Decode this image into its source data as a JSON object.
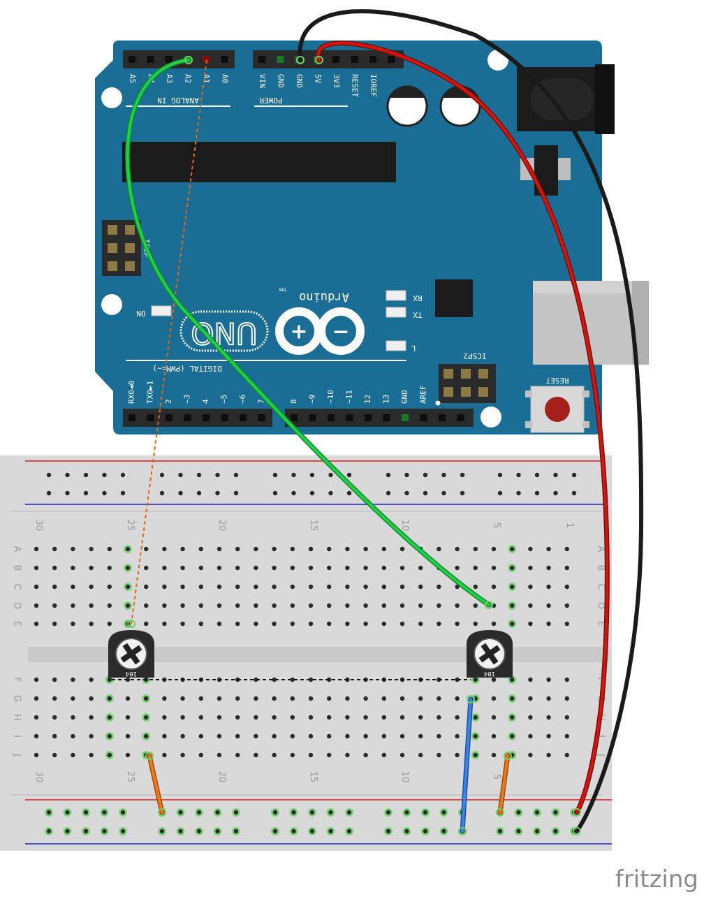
{
  "watermark": "fritzing",
  "arduino": {
    "brand": "Arduino",
    "tm": "TM",
    "model": "UNO",
    "on_label": "ON",
    "l_label": "L",
    "tx_label": "TX",
    "rx_label": "RX",
    "icsp_label": "ICSP",
    "icsp2_label": "ICSP2",
    "reset_label": "RESET",
    "analog_label": "ANALOG IN",
    "power_label": "POWER",
    "digital_label": "DIGITAL (PWM=~)",
    "analog_pins": [
      "A5",
      "A4",
      "A3",
      "A2",
      "A1",
      "A0"
    ],
    "power_pins": [
      "VIN",
      "GND",
      "GND",
      "5V",
      "3V3",
      "RESET",
      "IOREF"
    ],
    "digital_low": [
      "RX0◄0",
      "TX0►1",
      "2",
      "~3",
      "4",
      "~5",
      "~6",
      "7"
    ],
    "digital_high": [
      "8",
      "~9",
      "~10",
      "~11",
      "12",
      "13",
      "GND",
      "AREF"
    ]
  },
  "breadboard": {
    "column_labels_top": [
      "30",
      "25",
      "20",
      "15",
      "10",
      "5",
      "1"
    ],
    "column_labels_bottom": [
      "30",
      "25",
      "20",
      "15",
      "10",
      "5"
    ],
    "row_labels_top": [
      "A",
      "B",
      "C",
      "D",
      "E"
    ],
    "row_labels_bottom": [
      "F",
      "G",
      "H",
      "I",
      "J"
    ]
  },
  "potentiometers": [
    {
      "label": "104"
    },
    {
      "label": "104"
    }
  ],
  "colors": {
    "board": "#1a6e95",
    "breadboard": "#d9d9d9",
    "wire_green": "#1fb83a",
    "wire_red": "#c8140f",
    "wire_black": "#1a1a1a",
    "wire_blue": "#2a6fd1",
    "wire_orange": "#e06a10",
    "rail_red": "#d42020",
    "rail_blue": "#2020c8"
  }
}
